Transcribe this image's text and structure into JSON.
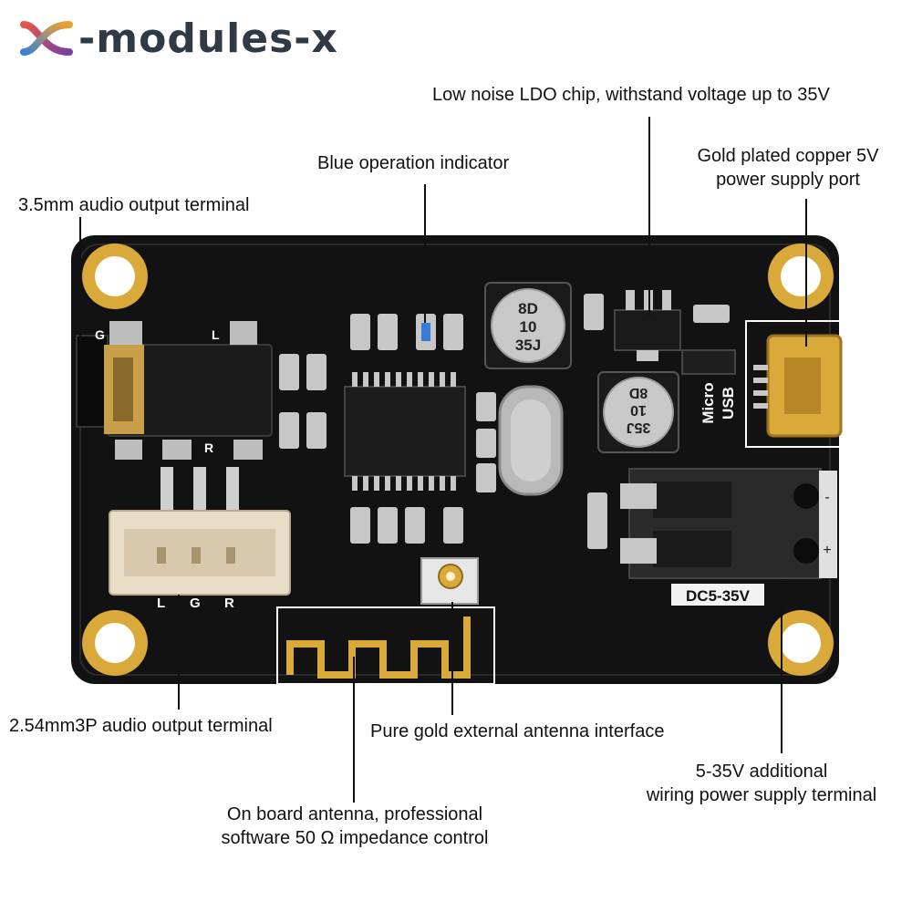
{
  "brand": {
    "name": "-modules-x"
  },
  "callouts": {
    "audio_35mm": "3.5mm audio output terminal",
    "indicator": "Blue operation indicator",
    "ldo": "Low noise LDO chip, withstand voltage up to 35V",
    "usb_port_line1": "Gold plated copper 5V",
    "usb_port_line2": "power supply port",
    "audio_254": "2.54mm3P audio output terminal",
    "antenna_interface": "Pure gold external antenna interface",
    "dc_terminal_line1": "5-35V additional",
    "dc_terminal_line2": "wiring power supply terminal",
    "onboard_antenna_line1": "On board antenna, professional",
    "onboard_antenna_line2": "software 50 Ω impedance control"
  },
  "silkscreen": {
    "usb_line1": "Micro",
    "usb_line2": "USB",
    "dc": "DC5-35V",
    "g": "G",
    "l": "L",
    "r": "R",
    "header_l": "L",
    "header_g": "G",
    "header_r": "R",
    "plus": "+",
    "minus": "-"
  },
  "components": {
    "cap1_line1": "8D",
    "cap1_line2": "10",
    "cap1_line3": "35J",
    "cap2_line1": "35J",
    "cap2_line2": "10",
    "cap2_line3": "8D"
  },
  "colors": {
    "board": "#121212",
    "gold": "#d9a93a",
    "silk": "#ffffff",
    "brand_text": "#2f3a46"
  }
}
